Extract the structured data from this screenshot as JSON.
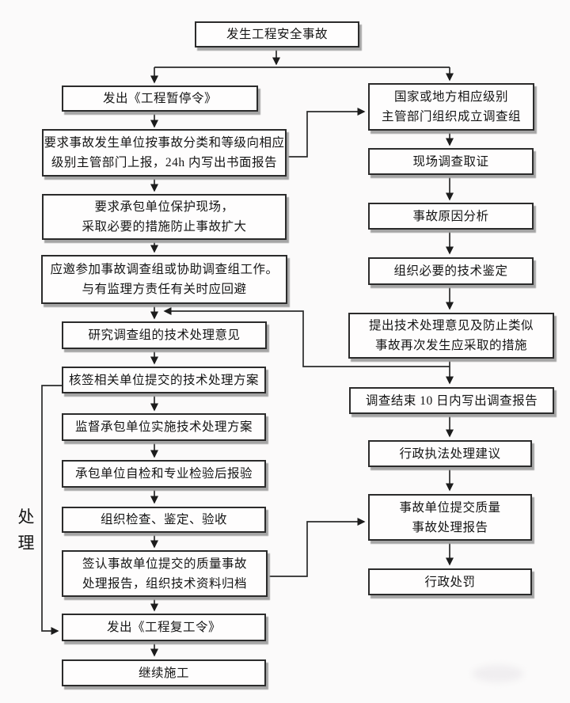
{
  "diagram": {
    "side_label": "处理",
    "start": {
      "label": "发生工程安全事故"
    },
    "left": [
      {
        "label": "发出《工程暂停令》"
      },
      {
        "label": "要求事故发生单位按事故分类和等级向相应\n级别主管部门上报，24h 内写出书面报告"
      },
      {
        "label": "要求承包单位保护现场，\n采取必要的措施防止事故扩大"
      },
      {
        "label": "应邀参加事故调查组或协助调查组工作。\n与有监理方责任有关时应回避"
      },
      {
        "label": "研究调查组的技术处理意见"
      },
      {
        "label": "核签相关单位提交的技术处理方案"
      },
      {
        "label": "监督承包单位实施技术处理方案"
      },
      {
        "label": "承包单位自检和专业检验后报验"
      },
      {
        "label": "组织检查、鉴定、验收"
      },
      {
        "label": "签认事故单位提交的质量事故\n处理报告，组织技术资料归档"
      },
      {
        "label": "发出《工程复工令》"
      },
      {
        "label": "继续施工"
      }
    ],
    "right": [
      {
        "label": "国家或地方相应级别\n主管部门组织成立调查组"
      },
      {
        "label": "现场调查取证"
      },
      {
        "label": "事故原因分析"
      },
      {
        "label": "组织必要的技术鉴定"
      },
      {
        "label": "提出技术处理意见及防止类似\n事故再次发生应采取的措施"
      },
      {
        "label": "调查结束 10 日内写出调查报告"
      },
      {
        "label": "行政执法处理建议"
      },
      {
        "label": "事故单位提交质量\n事故处理报告"
      },
      {
        "label": "行政处罚"
      }
    ],
    "colors": {
      "line": "#2a2a2a",
      "box_border": "#2b2b2b",
      "box_shadow": "#a5a5a5",
      "background": "#fbfafa"
    }
  }
}
